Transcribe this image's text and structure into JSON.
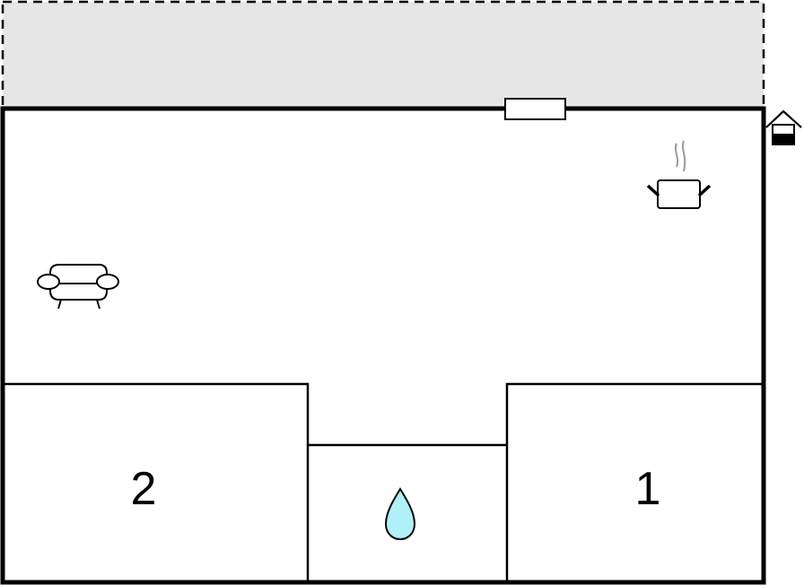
{
  "floorplan": {
    "colors": {
      "wall": "#000000",
      "terrace_fill": "#e6e6e6",
      "water": "#b0f0f8",
      "steam": "#999999",
      "background": "#ffffff"
    },
    "terrace": {
      "label": "terrace",
      "style": "dashed"
    },
    "rooms": [
      {
        "id": "bedroom-2",
        "label": "2"
      },
      {
        "id": "bathroom",
        "label": "",
        "icon": "water-drop-icon"
      },
      {
        "id": "bedroom-1",
        "label": "1"
      },
      {
        "id": "living-area",
        "label": "",
        "icons": [
          "sofa-icon",
          "cooking-pot-icon"
        ]
      }
    ],
    "icons": [
      "window-icon",
      "entrance-house-icon",
      "cooking-pot-icon",
      "sofa-icon",
      "water-drop-icon"
    ]
  }
}
